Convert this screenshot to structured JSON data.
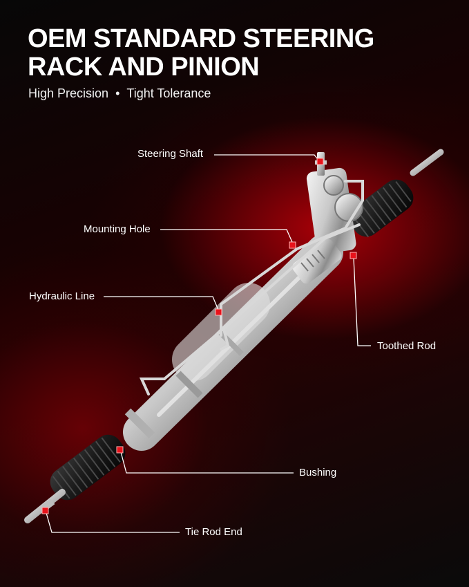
{
  "headline": {
    "line1": "OEM STANDARD STEERING",
    "line2": "RACK AND PINION"
  },
  "subtitle": {
    "feature1": "High Precision",
    "separator": "•",
    "feature2": "Tight Tolerance"
  },
  "callouts": {
    "steering_shaft": "Steering Shaft",
    "mounting_hole": "Mounting Hole",
    "hydraulic_line": "Hydraulic Line",
    "toothed_rod": "Toothed Rod",
    "bushing": "Bushing",
    "tie_rod_end": "Tie Rod End"
  },
  "colors": {
    "accent_red": "#e8131b",
    "text": "#ffffff",
    "background_red": "#b00008"
  }
}
